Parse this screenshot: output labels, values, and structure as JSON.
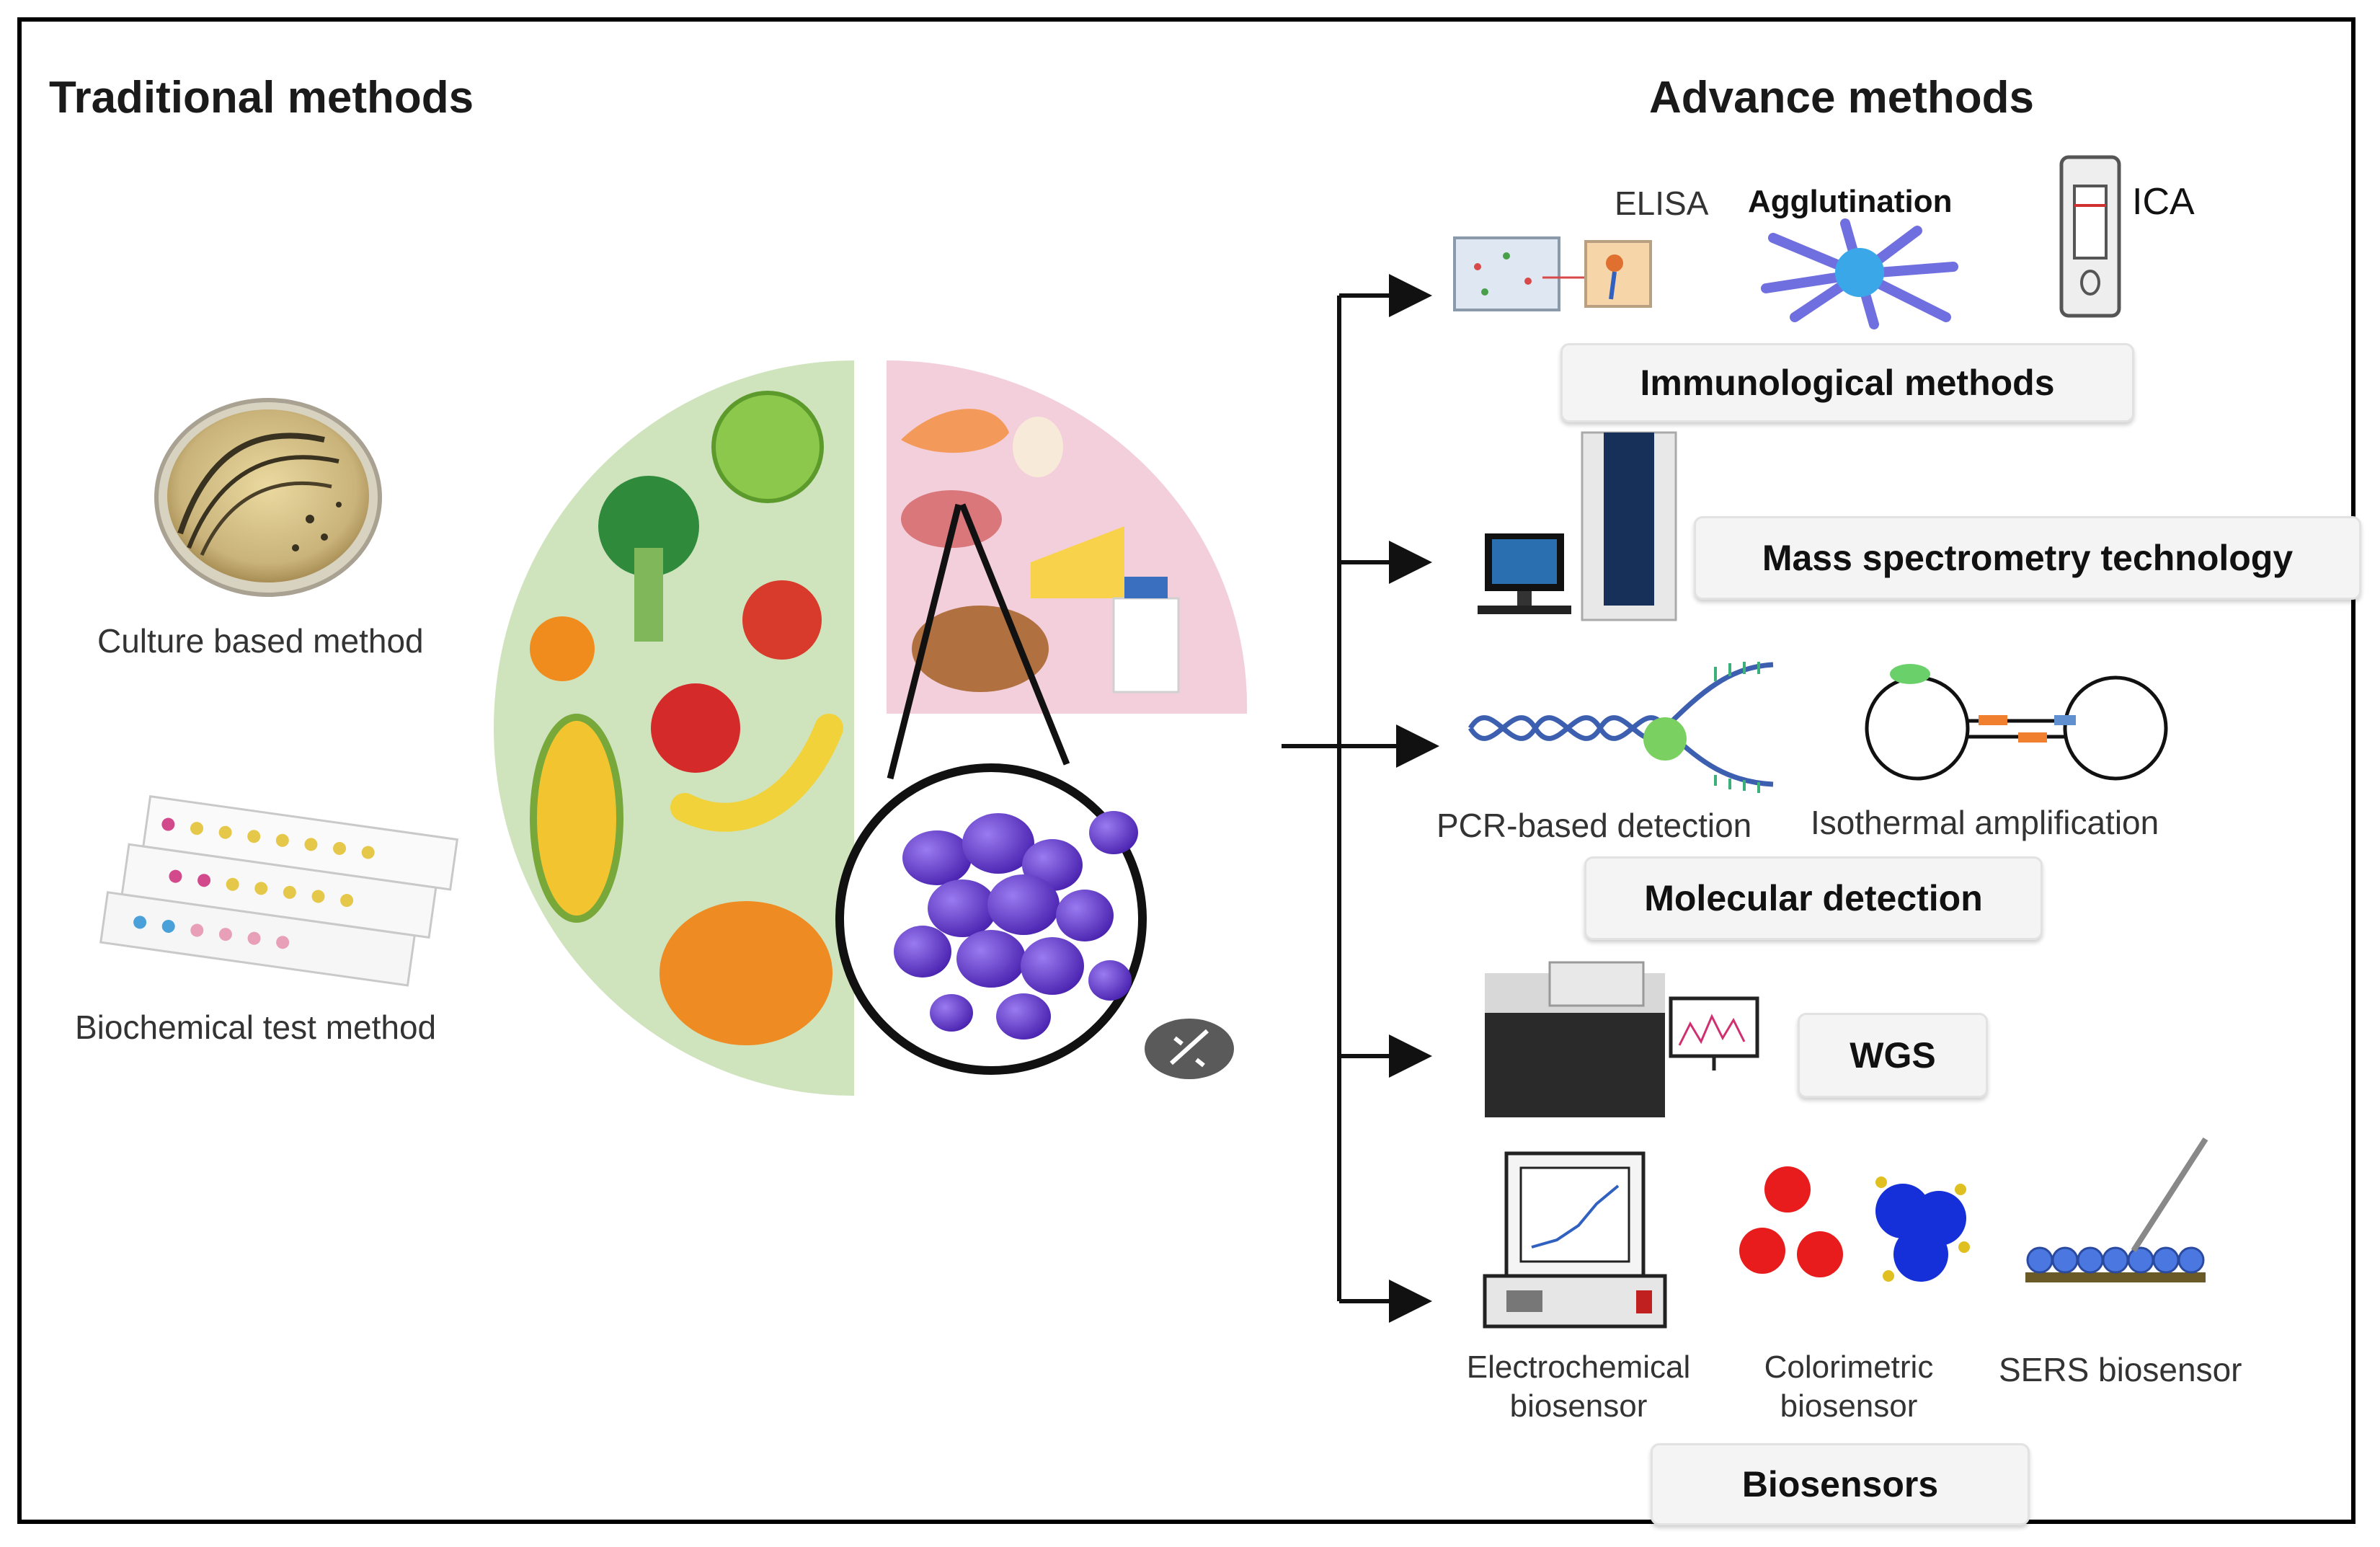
{
  "titles": {
    "traditional": "Traditional methods",
    "advance": "Advance methods"
  },
  "traditional": {
    "culture": "Culture based method",
    "biochemical": "Biochemical test method"
  },
  "immunological": {
    "elisa": "ELISA",
    "agglutination": "Agglutination",
    "ica": "ICA",
    "box": "Immunological methods"
  },
  "mass_spec": {
    "box": "Mass spectrometry technology"
  },
  "molecular": {
    "pcr": "PCR-based detection",
    "isothermal": "Isothermal amplification",
    "box": "Molecular  detection"
  },
  "wgs": {
    "box": "WGS"
  },
  "biosensors": {
    "electrochemical_1": "Electrochemical",
    "electrochemical_2": "biosensor",
    "colorimetric_1": "Colorimetric",
    "colorimetric_2": "biosensor",
    "sers": "SERS biosensor",
    "box": "Biosensors"
  },
  "colors": {
    "plate_green": "#cfe3bd",
    "plate_pink": "#f3cfdb",
    "bacteria": "#6a3fc8",
    "agglutination": "#6f6fe0",
    "dna": "#3d5fb0",
    "red": "#e81c1c",
    "blue": "#1530d8"
  }
}
